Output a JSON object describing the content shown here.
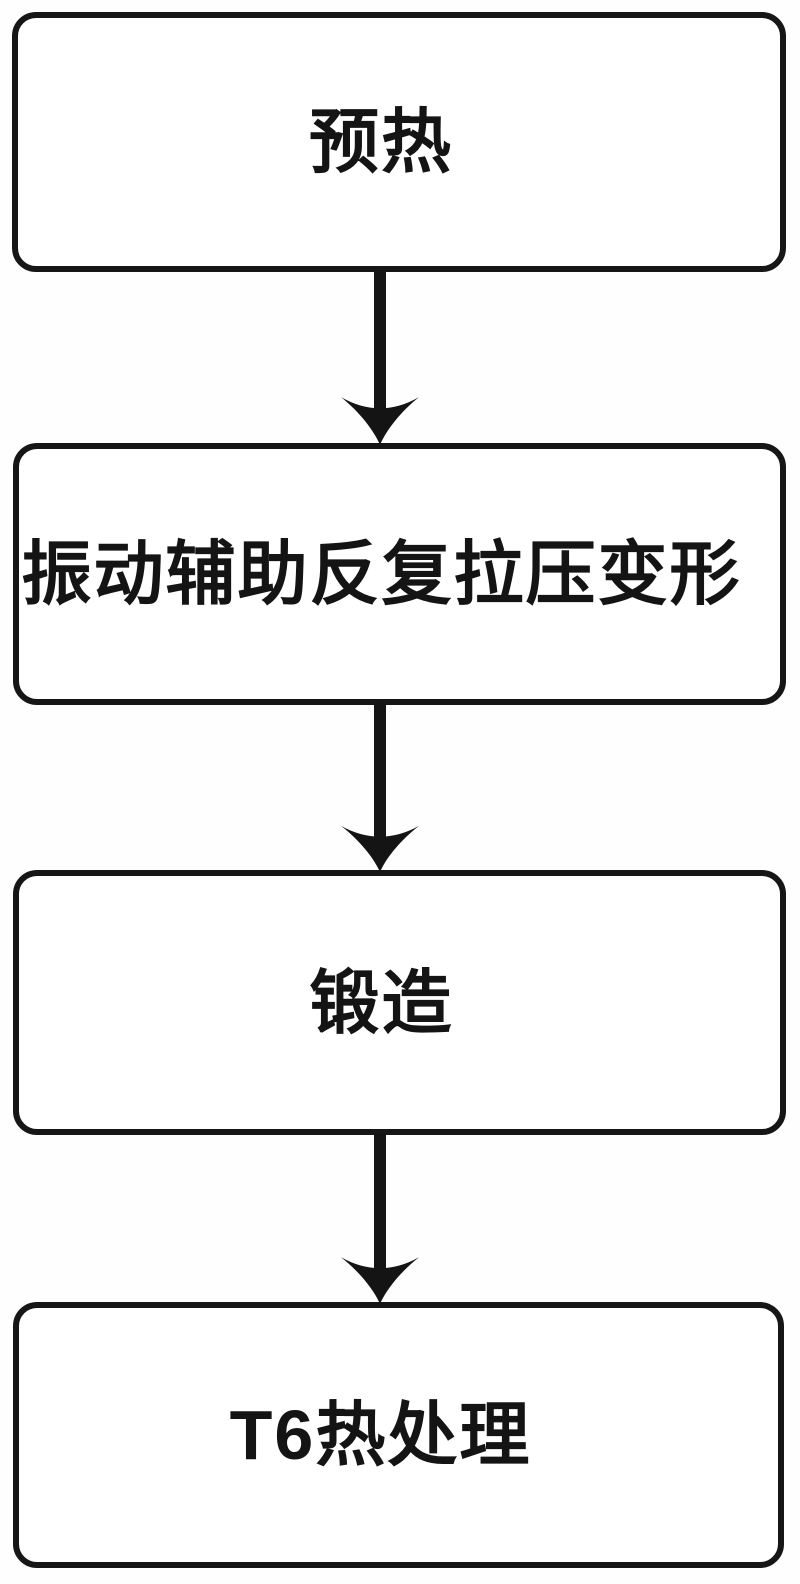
{
  "figure": {
    "type": "flowchart",
    "orientation": "vertical",
    "colors": {
      "background": "#fefefe",
      "box_fill": "#ffffff",
      "box_border": "#161616",
      "arrow": "#141414",
      "text": "#141414"
    },
    "steps": [
      {
        "id": "preheat",
        "label": "预热"
      },
      {
        "id": "vibration-assisted-cyclic-tension-compression-deformation",
        "label": "振动辅助反复拉压变形"
      },
      {
        "id": "forging",
        "label": "锻造"
      },
      {
        "id": "t6-heat-treatment",
        "label": "T6热处理"
      }
    ],
    "connectors": [
      {
        "from": 0,
        "to": 1,
        "direction": "down"
      },
      {
        "from": 1,
        "to": 2,
        "direction": "down"
      },
      {
        "from": 2,
        "to": 3,
        "direction": "down"
      }
    ]
  }
}
